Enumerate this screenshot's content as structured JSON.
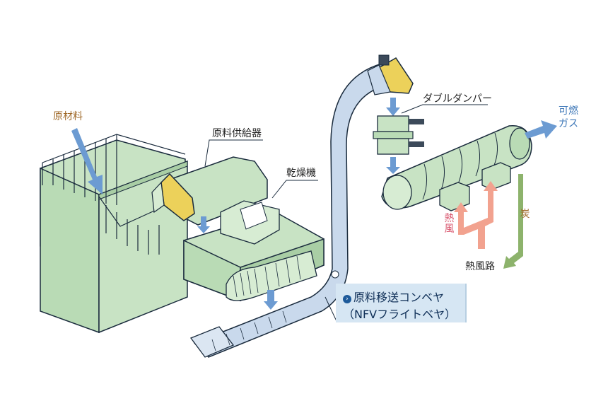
{
  "labels": {
    "raw_material": "原材料",
    "feeder": "原料供給器",
    "dryer": "乾燥機",
    "double_damper": "ダブルダンパー",
    "flammable_gas": "可燃ガス",
    "hot_air": "熱風",
    "charcoal": "炭",
    "hot_air_path": "熱風路",
    "conveyor_line1": "原料移送コンベヤ",
    "conveyor_line2": "（NFVフライトベヤ）"
  },
  "colors": {
    "machine_green": "#c8e3c4",
    "machine_green_dark": "#9fc79c",
    "outline": "#1a2b3d",
    "blue_arrow": "#6c9bd2",
    "pink_arrow": "#f2a28f",
    "green_arrow": "#8db36c",
    "yellow_hood": "#ecd15a",
    "conveyor_blue": "#c9d9ec"
  }
}
